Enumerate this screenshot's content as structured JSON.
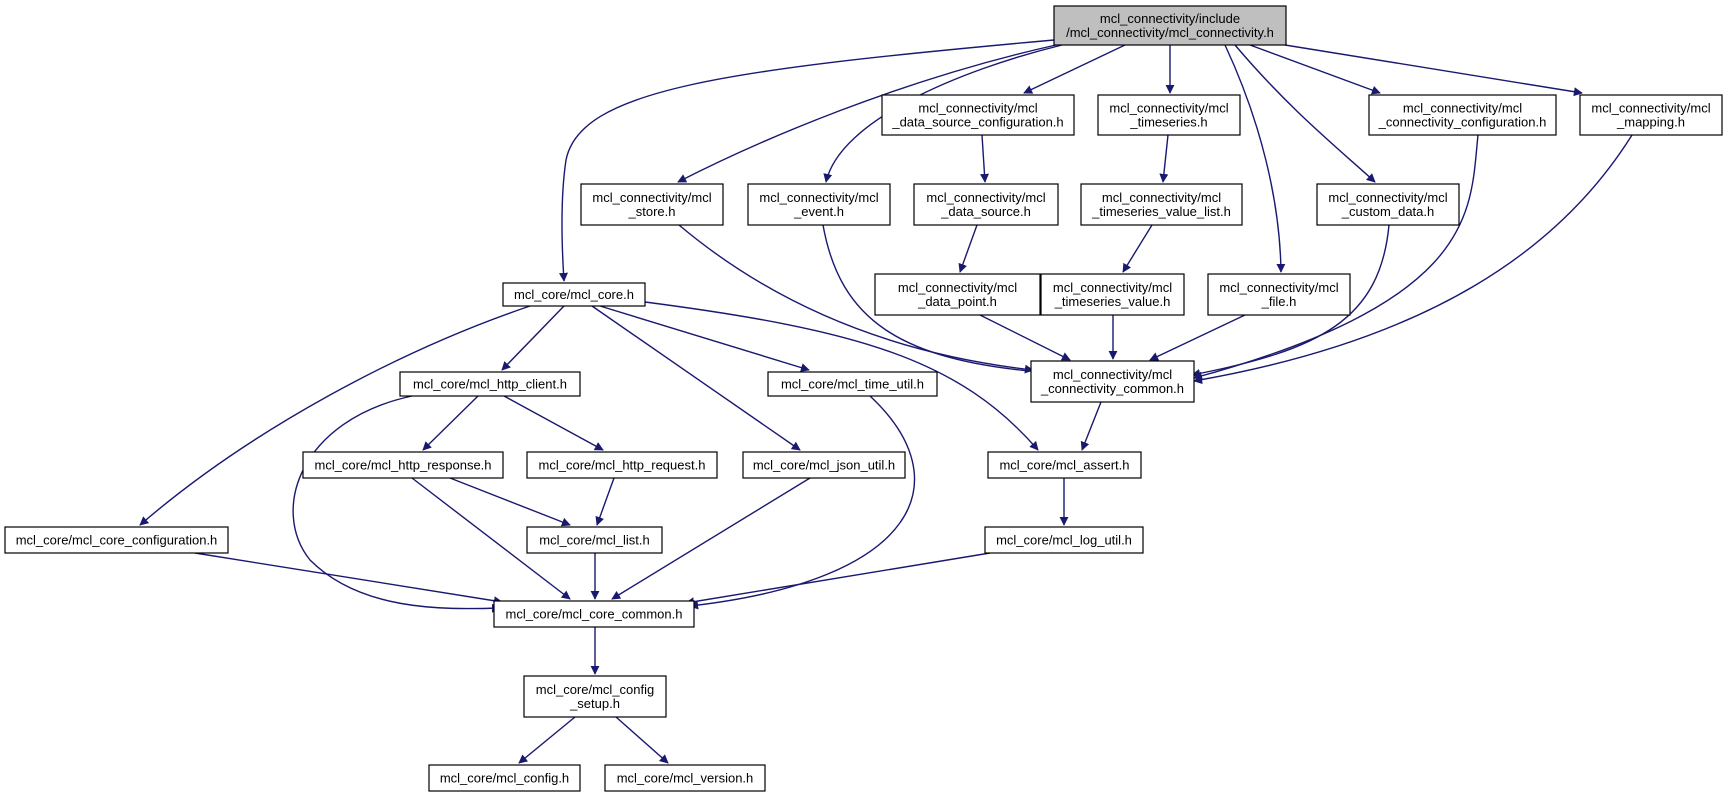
{
  "graph": {
    "title": "",
    "edge_color": "#191970",
    "root_fill": "#bfbfbf",
    "nodes": [
      {
        "id": "root",
        "lines": [
          "mcl_connectivity/include",
          "/mcl_connectivity/mcl_connectivity.h"
        ],
        "root": true
      },
      {
        "id": "dsconf",
        "lines": [
          "mcl_connectivity/mcl",
          "_data_source_configuration.h"
        ]
      },
      {
        "id": "ts",
        "lines": [
          "mcl_connectivity/mcl",
          "_timeseries.h"
        ]
      },
      {
        "id": "connconf",
        "lines": [
          "mcl_connectivity/mcl",
          "_connectivity_configuration.h"
        ]
      },
      {
        "id": "mapping",
        "lines": [
          "mcl_connectivity/mcl",
          "_mapping.h"
        ]
      },
      {
        "id": "store",
        "lines": [
          "mcl_connectivity/mcl",
          "_store.h"
        ]
      },
      {
        "id": "event",
        "lines": [
          "mcl_connectivity/mcl",
          "_event.h"
        ]
      },
      {
        "id": "ds",
        "lines": [
          "mcl_connectivity/mcl",
          "_data_source.h"
        ]
      },
      {
        "id": "tsvl",
        "lines": [
          "mcl_connectivity/mcl",
          "_timeseries_value_list.h"
        ]
      },
      {
        "id": "custom",
        "lines": [
          "mcl_connectivity/mcl",
          "_custom_data.h"
        ]
      },
      {
        "id": "core",
        "lines": [
          "mcl_core/mcl_core.h"
        ]
      },
      {
        "id": "dp",
        "lines": [
          "mcl_connectivity/mcl",
          "_data_point.h"
        ]
      },
      {
        "id": "tsv",
        "lines": [
          "mcl_connectivity/mcl",
          "_timeseries_value.h"
        ]
      },
      {
        "id": "file",
        "lines": [
          "mcl_connectivity/mcl",
          "_file.h"
        ]
      },
      {
        "id": "httpc",
        "lines": [
          "mcl_core/mcl_http_client.h"
        ]
      },
      {
        "id": "timeu",
        "lines": [
          "mcl_core/mcl_time_util.h"
        ]
      },
      {
        "id": "conncommon",
        "lines": [
          "mcl_connectivity/mcl",
          "_connectivity_common.h"
        ]
      },
      {
        "id": "httpresp",
        "lines": [
          "mcl_core/mcl_http_response.h"
        ]
      },
      {
        "id": "httpreq",
        "lines": [
          "mcl_core/mcl_http_request.h"
        ]
      },
      {
        "id": "json",
        "lines": [
          "mcl_core/mcl_json_util.h"
        ]
      },
      {
        "id": "assert",
        "lines": [
          "mcl_core/mcl_assert.h"
        ]
      },
      {
        "id": "coreconf",
        "lines": [
          "mcl_core/mcl_core_configuration.h"
        ]
      },
      {
        "id": "list",
        "lines": [
          "mcl_core/mcl_list.h"
        ]
      },
      {
        "id": "log",
        "lines": [
          "mcl_core/mcl_log_util.h"
        ]
      },
      {
        "id": "corecommon",
        "lines": [
          "mcl_core/mcl_core_common.h"
        ]
      },
      {
        "id": "cfgsetup",
        "lines": [
          "mcl_core/mcl_config",
          "_setup.h"
        ]
      },
      {
        "id": "config",
        "lines": [
          "mcl_core/mcl_config.h"
        ]
      },
      {
        "id": "version",
        "lines": [
          "mcl_core/mcl_version.h"
        ]
      }
    ]
  }
}
